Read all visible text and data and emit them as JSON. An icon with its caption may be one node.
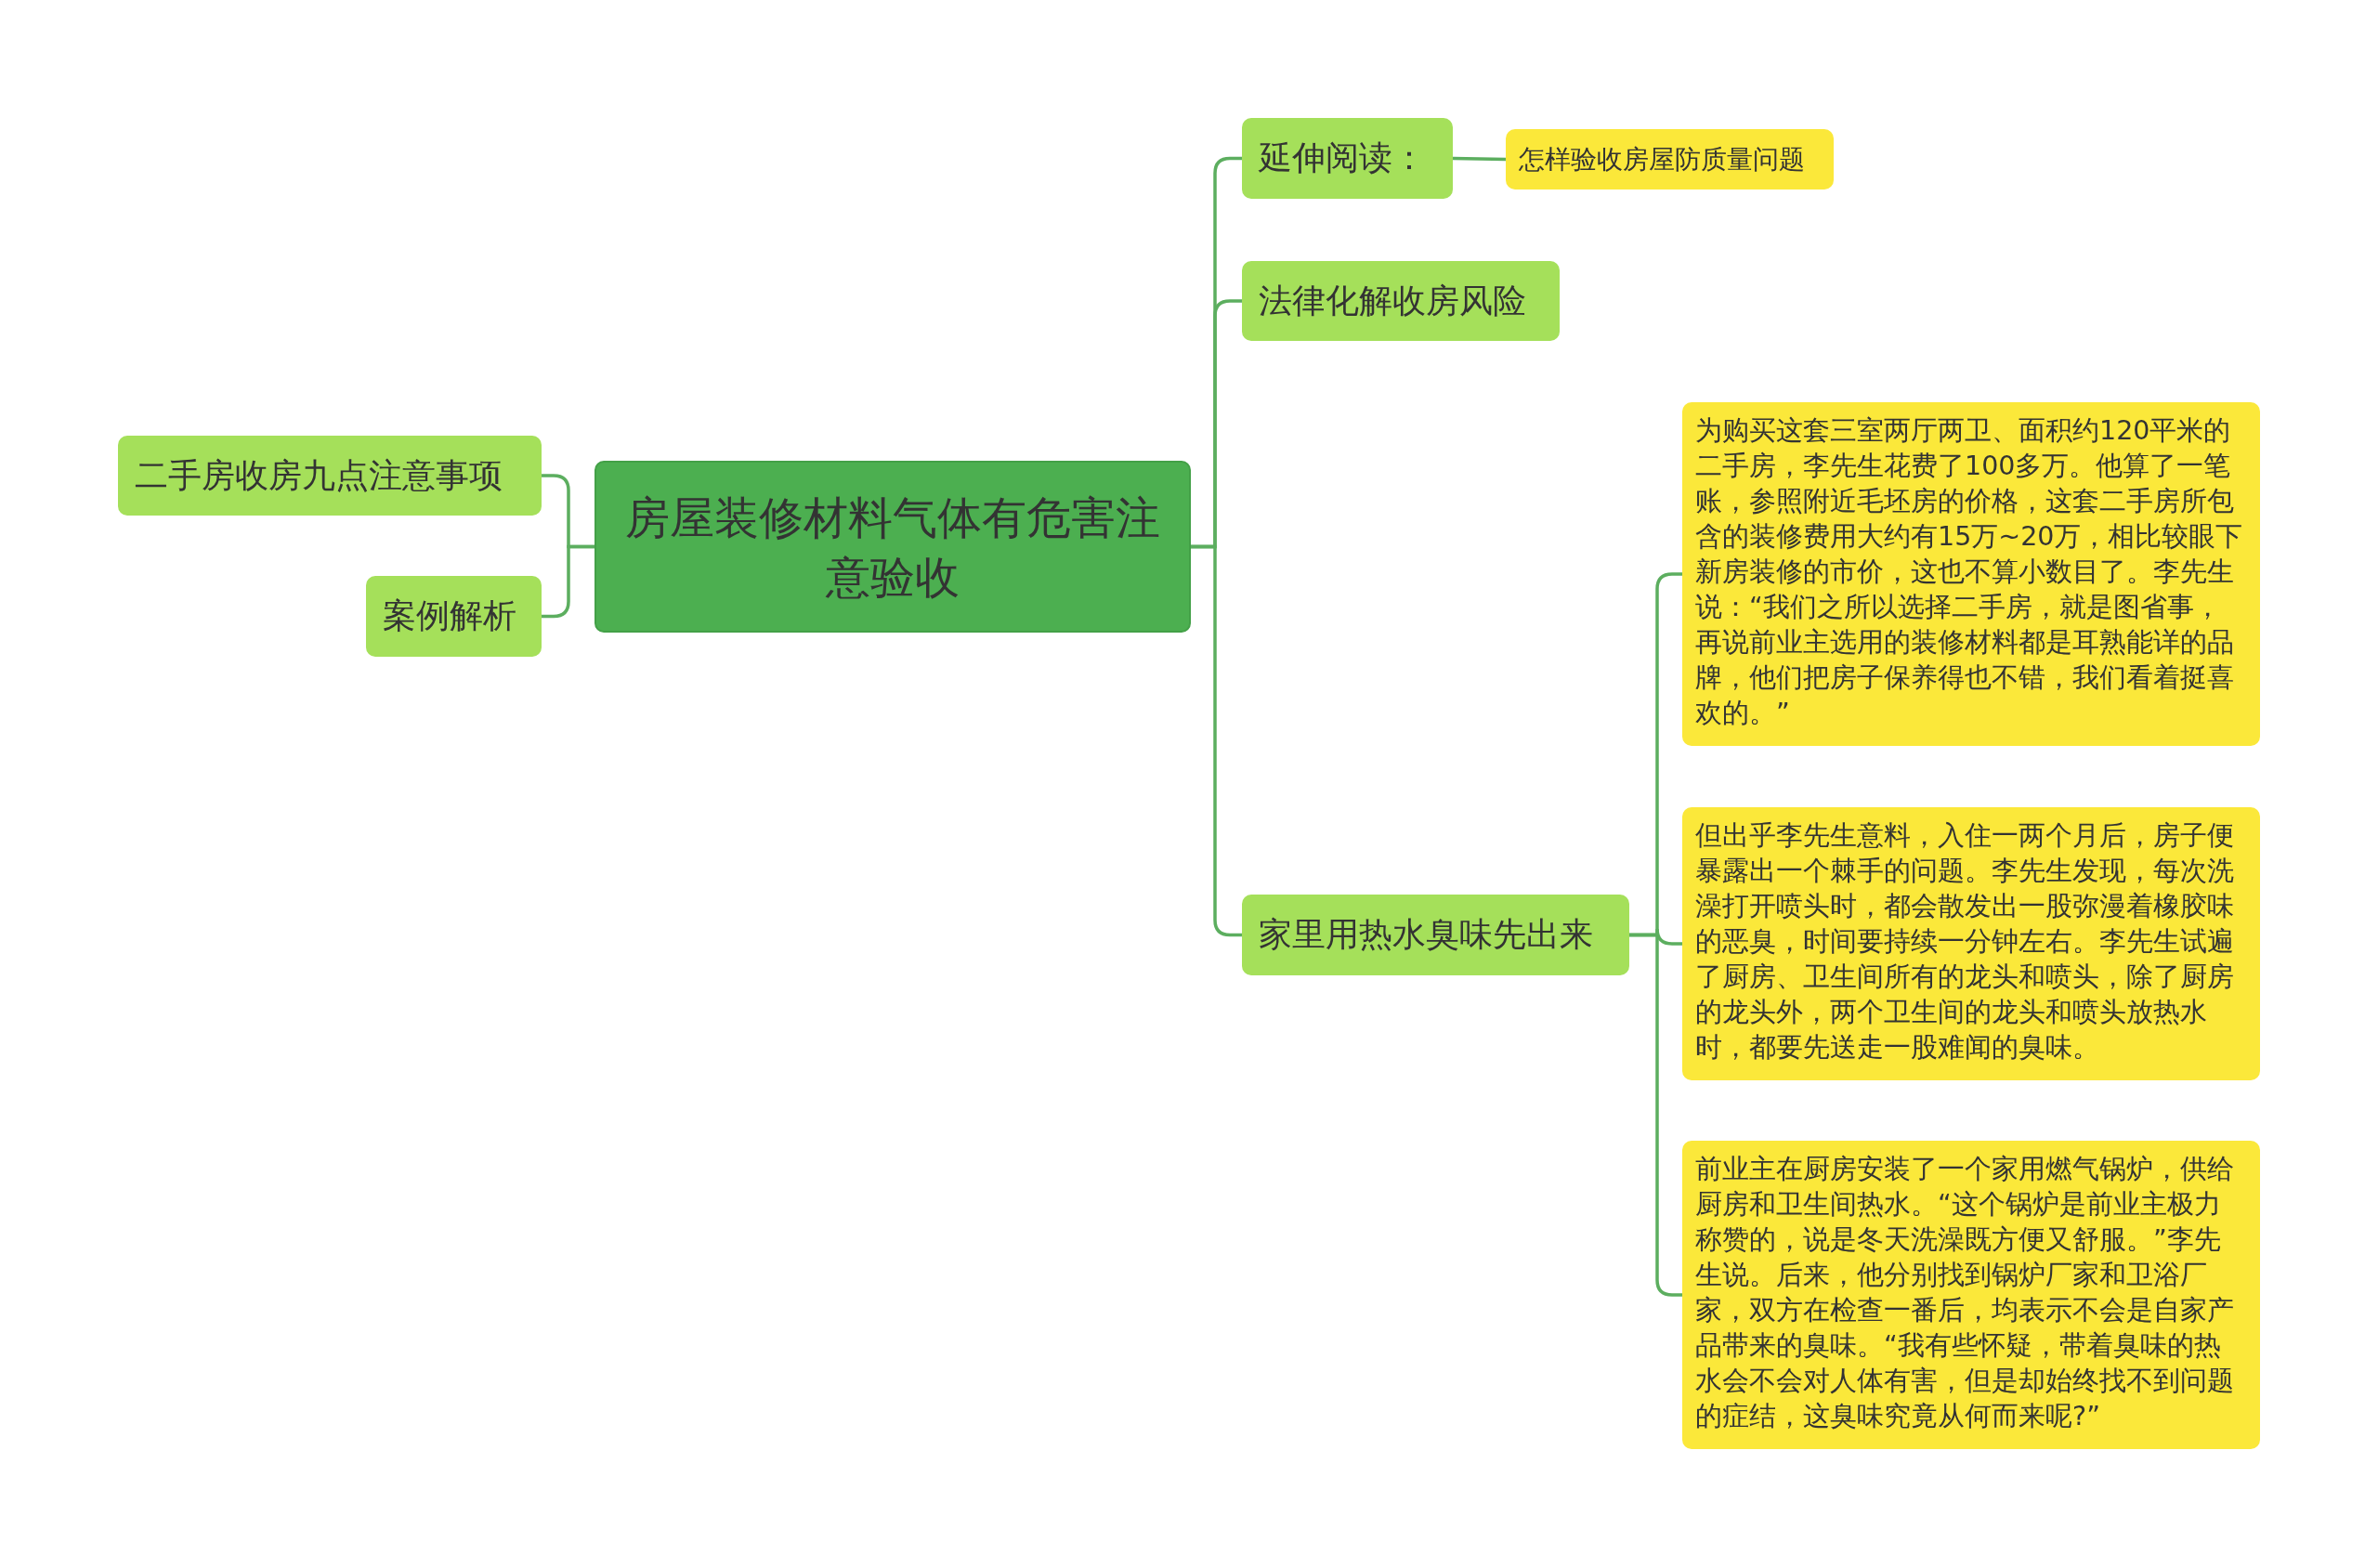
{
  "diagram": {
    "nodes": [
      {
        "text": [
          "房屋装修材料气体有危害注意验收"
        ]
      },
      {
        "text": [
          "二手房收房九点注意事项"
        ]
      },
      {
        "text": [
          "案例解析"
        ]
      },
      {
        "text": [
          "延伸阅读："
        ]
      },
      {
        "text": [
          "怎样验收房屋防质量问题"
        ]
      },
      {
        "text": [
          "法律化解收房风险"
        ]
      },
      {
        "text": [
          "家里用热水臭味先出来"
        ]
      },
      {
        "text": [
          "为购买这套三室两厅两卫、面积约120平米的二手房，李先生花费了100多万。他算了一笔账，参照附近毛坯房的价格，这套二手房所包含的装修费用大约有15万~20万，相比较眼下新房装修的市价，这也不算小数目了。李先生说：“我们之所以选择二手房，就是图省事，再说前业主选用的装修材料都是耳熟能详的品牌，他们把房子保养得也不错，我们看着挺喜欢的。”"
        ]
      },
      {
        "text": [
          "但出乎李先生意料，入住一两个月后，房子便暴露出一个棘手的问题。李先生发现，每次洗澡打开喷头时，都会散发出一股弥漫着橡胶味的恶臭，时间要持续一分钟左右。李先生试遍了厨房、卫生间所有的龙头和喷头，除了厨房的龙头外，两个卫生间的龙头和喷头放热水时，都要先送走一股难闻的臭味。"
        ]
      },
      {
        "text": [
          "前业主在厨房安装了一个家用燃气锅炉，供给厨房和卫生间热水。“这个锅炉是前业主极力称赞的，说是冬天洗澡既方便又舒服。”李先生说。后来，他分别找到锅炉厂家和卫浴厂家，双方在检查一番后，均表示不会是自家产品带来的臭味。“我有些怀疑，带着臭味的热水会不会对人体有害，但是却始终找不到问题的症结，这臭味究竟从何而来呢?”"
        ]
      }
    ],
    "edges": [
      {
        "from": 0,
        "to": 1,
        "arrow": "none"
      },
      {
        "from": 0,
        "to": 2,
        "arrow": "none"
      },
      {
        "from": 0,
        "to": 3,
        "arrow": "none"
      },
      {
        "from": 0,
        "to": 5,
        "arrow": "none"
      },
      {
        "from": 0,
        "to": 6,
        "arrow": "none"
      },
      {
        "from": 3,
        "to": 4,
        "arrow": "none"
      },
      {
        "from": 6,
        "to": 7,
        "arrow": "none"
      },
      {
        "from": 6,
        "to": 8,
        "arrow": "none"
      },
      {
        "from": 6,
        "to": 9,
        "arrow": "none"
      }
    ]
  }
}
